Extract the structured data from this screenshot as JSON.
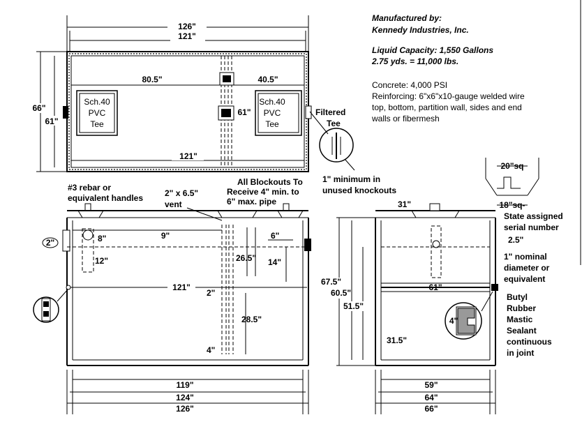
{
  "notes": {
    "manufactured_by": "Manufactured by:",
    "company": "Kennedy Industries, Inc.",
    "capacity": "Liquid Capacity: 1,550 Gallons",
    "volume_weight": "2.75 yds. = 11,000 lbs.",
    "concrete": "Concrete: 4,000 PSI",
    "reinforcing_1": "Reinforcing: 6\"x6\"x10-gauge welded wire",
    "reinforcing_2": "top, bottom, partition wall, sides and end",
    "reinforcing_3": "walls or fibermesh"
  },
  "plan_view": {
    "overall_length": "126\"",
    "inner_length_top": "121\"",
    "inner_length_bottom": "121\"",
    "inlet_compartment": "80.5\"",
    "outlet_compartment": "40.5\"",
    "outer_width": "66\"",
    "inner_width_left": "61\"",
    "inner_width_right": "61\"",
    "tee_left": [
      "Sch.40",
      "PVC",
      "Tee"
    ],
    "tee_right": [
      "Sch.40",
      "PVC",
      "Tee"
    ],
    "filtered_tee": [
      "Filtered",
      "Tee"
    ],
    "knockout_note": [
      "1\" minimum in",
      "unused knockouts"
    ],
    "blockouts_note": [
      "All Blockouts To",
      "Receive 4\" min. to",
      "6\" max. pipe"
    ]
  },
  "riser": {
    "top": "20\"sq",
    "bottom": "18\"sq-"
  },
  "section_view": {
    "rebar_note": [
      "#3 rebar or",
      "equivalent handles"
    ],
    "vent_note": [
      "2\" x 6.5\"",
      "vent"
    ],
    "pipe_dia": "2\"",
    "dim_8": "8\"",
    "dim_9": "9\"",
    "dim_12": "12\"",
    "dim_6": "6\"",
    "dim_26_5": "26.5\"",
    "dim_14": "14\"",
    "dim_121": "121\"",
    "dim_2": "2\"",
    "dim_28_5": "28.5\"",
    "dim_4": "4\"",
    "bottom_119": "119\"",
    "bottom_124": "124\"",
    "bottom_126": "126\""
  },
  "end_view": {
    "dim_31": "31\"",
    "dim_67_5": "67.5\"",
    "dim_60_5": "60.5\"",
    "dim_51_5": "51.5\"",
    "dim_61": "61\"",
    "dim_31_5": "31.5\"",
    "dim_4": "4\"",
    "bottom_59": "59\"",
    "bottom_64": "64\"",
    "bottom_66": "66\"",
    "serial_note": [
      "State assigned",
      "serial number"
    ],
    "dim_2_5": "2.5\"",
    "nominal_note": [
      "1\" nominal",
      "diameter or",
      "equivalent"
    ],
    "sealant_note": [
      "Butyl",
      "Rubber",
      "Mastic",
      "Sealant",
      "continuous",
      "in joint"
    ]
  }
}
